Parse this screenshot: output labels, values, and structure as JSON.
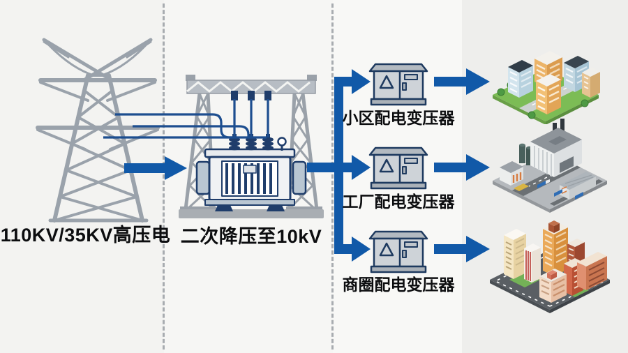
{
  "stages": {
    "source": {
      "label": "110KV/35KV高压电",
      "icon": "transmission-tower-icon"
    },
    "substation": {
      "label": "二次降压至10kV",
      "icon": "substation-transformer-icon"
    },
    "branches": [
      {
        "label": "小区配电变压器",
        "cabinet_icon": "distribution-cabinet-icon",
        "destination_icon": "residential-community-illustration"
      },
      {
        "label": "工厂配电变压器",
        "cabinet_icon": "distribution-cabinet-icon",
        "destination_icon": "factory-illustration"
      },
      {
        "label": "商圈配电变压器",
        "cabinet_icon": "distribution-cabinet-icon",
        "destination_icon": "commercial-district-illustration"
      }
    ]
  },
  "colors": {
    "flow_arrow": "#1159a8",
    "wire": "#1d4e8f",
    "cabinet_outline": "#1e3a5f",
    "structure_gray": "#9aa1a9",
    "background": "#f4f4f2",
    "text": "#0c0d0f"
  }
}
